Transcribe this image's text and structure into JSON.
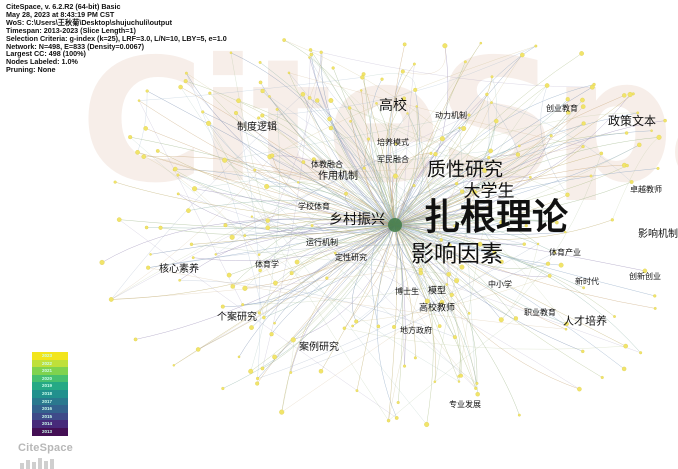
{
  "info_lines": [
    "CiteSpace, v. 6.2.R2 (64-bit) Basic",
    "May 28, 2023 at 8:43:19 PM CST",
    "WoS: C:\\Users\\王秋菊\\Desktop\\shujuchuli\\output",
    "Timespan: 2013-2023 (Slice Length=1)",
    "Selection Criteria: g-index (k=25), LRF=3.0, L/N=10, LBY=5, e=1.0",
    "Network: N=498, E=833 (Density=0.0067)",
    "Largest CC: 498 (100%)",
    "Nodes Labeled: 1.0%",
    "Pruning: None"
  ],
  "watermark_text": "CiteSpace",
  "keywords": [
    {
      "text": "扎根理论"
    },
    {
      "text": "影响因素"
    },
    {
      "text": "质性研究"
    },
    {
      "text": "大学生"
    },
    {
      "text": "乡村振兴"
    },
    {
      "text": "高校"
    },
    {
      "text": "政策文本"
    },
    {
      "text": "制度逻辑"
    },
    {
      "text": "动力机制"
    },
    {
      "text": "创业教育"
    },
    {
      "text": "培养模式"
    },
    {
      "text": "军民融合"
    },
    {
      "text": "体教融合"
    },
    {
      "text": "作用机制"
    },
    {
      "text": "卓越教师"
    },
    {
      "text": "学校体育"
    },
    {
      "text": "影响机制"
    },
    {
      "text": "运行机制"
    },
    {
      "text": "定性研究"
    },
    {
      "text": "体育产业"
    },
    {
      "text": "核心素养"
    },
    {
      "text": "体育学"
    },
    {
      "text": "新时代"
    },
    {
      "text": "创新创业"
    },
    {
      "text": "中小学"
    },
    {
      "text": "博士生"
    },
    {
      "text": "模型"
    },
    {
      "text": "高校教师"
    },
    {
      "text": "职业教育"
    },
    {
      "text": "个案研究"
    },
    {
      "text": "人才培养"
    },
    {
      "text": "地方政府"
    },
    {
      "text": "案例研究"
    },
    {
      "text": "专业发展"
    }
  ],
  "legend": {
    "years": [
      "2023",
      "2022",
      "2021",
      "2020",
      "2019",
      "2018",
      "2017",
      "2016",
      "2015",
      "2014",
      "2013"
    ],
    "colors": [
      "#f2e51c",
      "#bfe03a",
      "#7fd34e",
      "#46c06f",
      "#25a985",
      "#21908d",
      "#2a788e",
      "#33628d",
      "#3e4a89",
      "#472a7a",
      "#440f54"
    ]
  },
  "brand": "CiteSpace"
}
